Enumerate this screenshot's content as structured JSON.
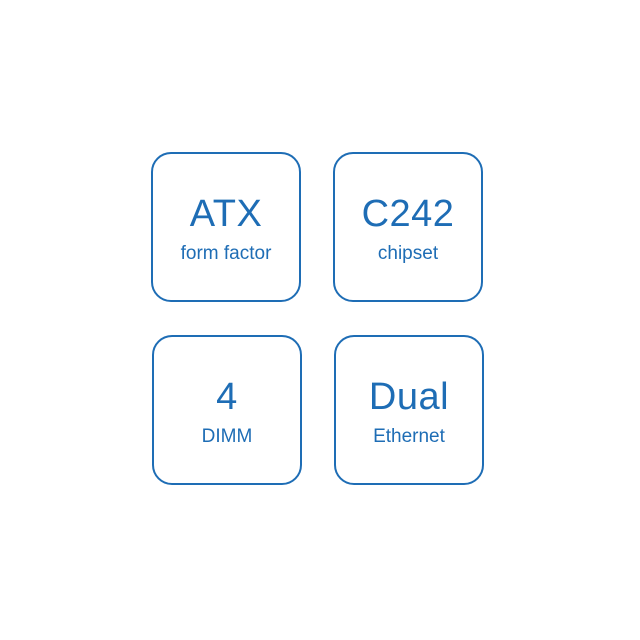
{
  "colors": {
    "accent": "#1e6db5",
    "background": "#ffffff"
  },
  "tiles": [
    {
      "value": "ATX",
      "label": "form factor"
    },
    {
      "value": "C242",
      "label": "chipset"
    },
    {
      "value": "4",
      "label": "DIMM"
    },
    {
      "value": "Dual",
      "label": "Ethernet"
    }
  ]
}
